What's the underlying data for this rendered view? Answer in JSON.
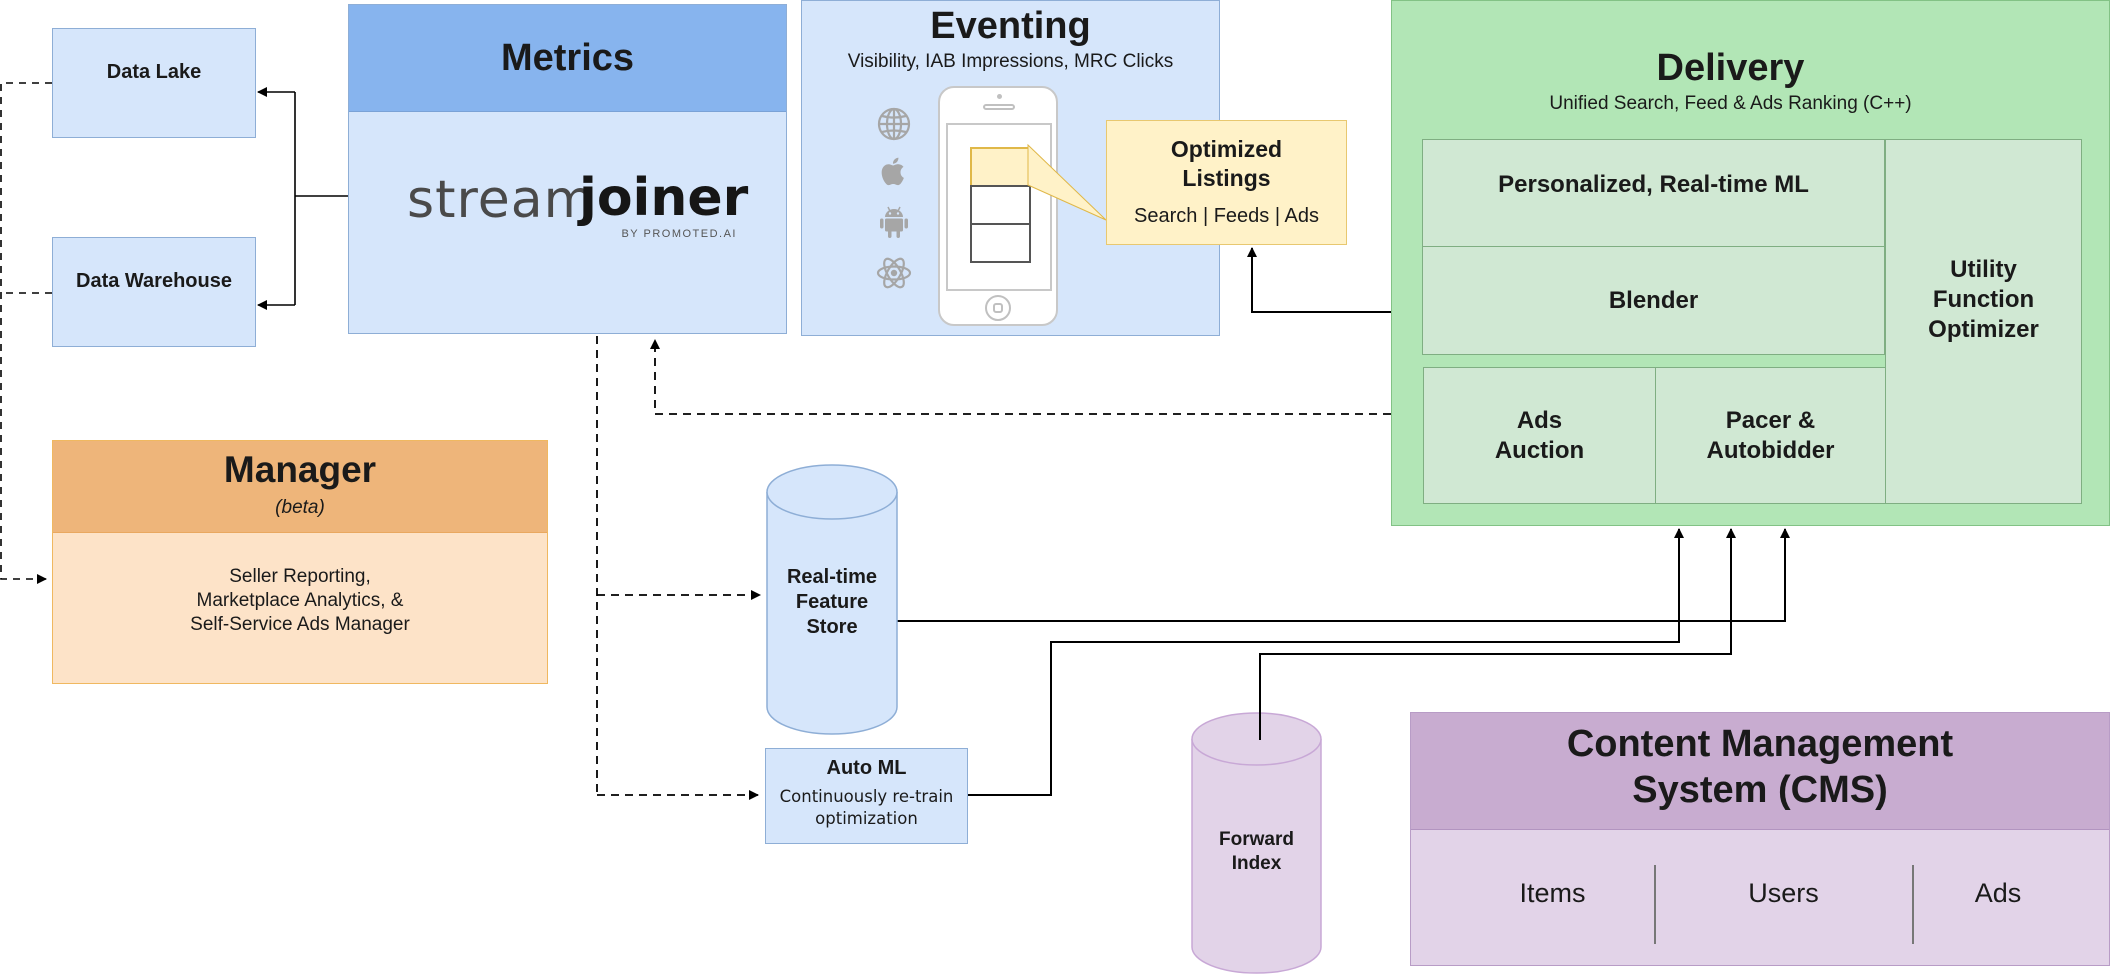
{
  "storage": {
    "data_lake": "Data Lake",
    "data_warehouse": "Data Warehouse"
  },
  "metrics": {
    "title": "Metrics",
    "logo": {
      "stream": "stream",
      "joiner": "joiner",
      "byline": "BY PROMOTED.AI"
    }
  },
  "eventing": {
    "title": "Eventing",
    "subtitle": "Visibility, IAB Impressions, MRC Clicks",
    "platform_icons": [
      "globe-icon",
      "apple-icon",
      "android-icon",
      "react-icon"
    ]
  },
  "optimized_listings": {
    "title_line1": "Optimized",
    "title_line2": "Listings",
    "subtitle": "Search | Feeds | Ads"
  },
  "delivery": {
    "title": "Delivery",
    "subtitle": "Unified Search, Feed & Ads Ranking (C++)",
    "components": {
      "personalized_ml": "Personalized, Real-time ML",
      "blender": "Blender",
      "ads_auction_line1": "Ads",
      "ads_auction_line2": "Auction",
      "pacer_line1": "Pacer &",
      "pacer_line2": "Autobidder",
      "utility_line1": "Utility",
      "utility_line2": "Function",
      "utility_line3": "Optimizer"
    }
  },
  "manager": {
    "title": "Manager",
    "badge": "(beta)",
    "desc_line1": "Seller Reporting,",
    "desc_line2": "Marketplace Analytics, &",
    "desc_line3": "Self-Service Ads Manager"
  },
  "feature_store": {
    "line1": "Real-time",
    "line2": "Feature",
    "line3": "Store"
  },
  "auto_ml": {
    "title": "Auto ML",
    "desc_line1": "Continuously re-train",
    "desc_line2": "optimization"
  },
  "forward_index": {
    "line1": "Forward",
    "line2": "Index"
  },
  "cms": {
    "title_line1": "Content Management",
    "title_line2": "System (CMS)",
    "items": [
      "Items",
      "Users",
      "Ads"
    ]
  },
  "colors": {
    "blue_fill": "#d6e6fb",
    "blue_header": "#87b4ee",
    "green_fill": "#b2e6b6",
    "green_inner": "#d0e8d3",
    "orange_header": "#eeb57a",
    "orange_fill": "#fde3c8",
    "yellow_fill": "#fff2c8",
    "purple_header": "#c8acd0",
    "purple_fill": "#e2d3e8"
  }
}
